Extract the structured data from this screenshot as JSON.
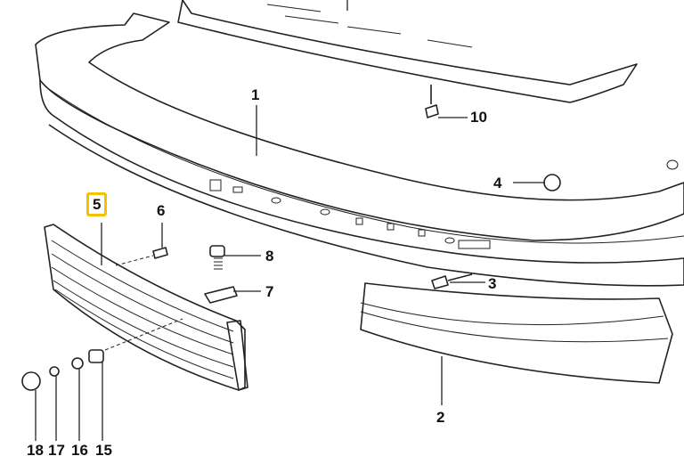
{
  "diagram": {
    "highlight_color": "#f2c200",
    "callouts": [
      {
        "id": "1",
        "label": "1"
      },
      {
        "id": "2",
        "label": "2"
      },
      {
        "id": "3",
        "label": "3"
      },
      {
        "id": "4",
        "label": "4"
      },
      {
        "id": "5",
        "label": "5",
        "highlighted": true
      },
      {
        "id": "6",
        "label": "6"
      },
      {
        "id": "7",
        "label": "7"
      },
      {
        "id": "8",
        "label": "8"
      },
      {
        "id": "10",
        "label": "10"
      },
      {
        "id": "15",
        "label": "15"
      },
      {
        "id": "16",
        "label": "16"
      },
      {
        "id": "17",
        "label": "17"
      },
      {
        "id": "18",
        "label": "18"
      }
    ]
  }
}
